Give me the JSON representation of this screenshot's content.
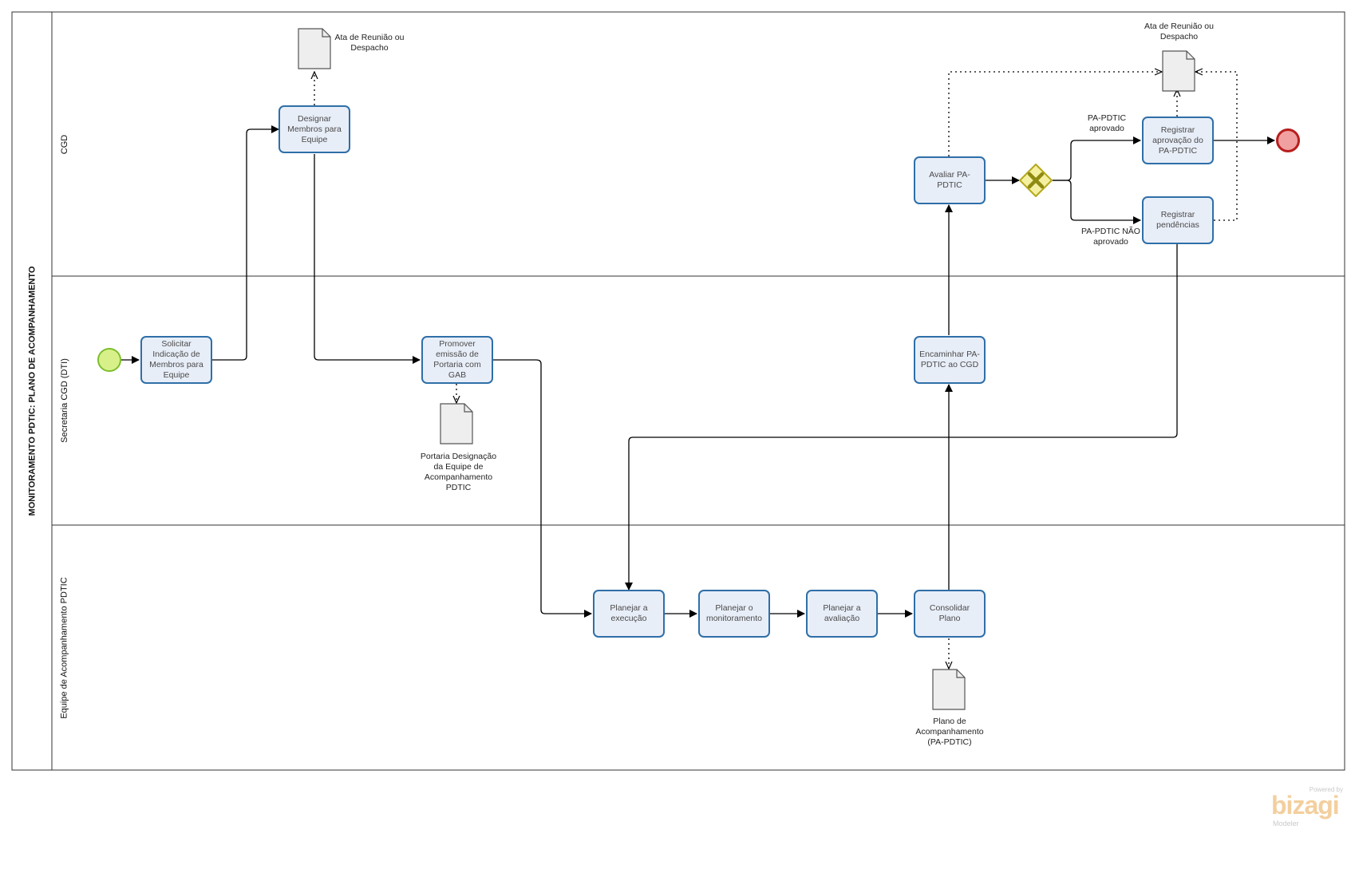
{
  "pool": {
    "title": "MONITORAMENTO PDTIC: PLANO DE ACOMPANHAMENTO"
  },
  "lanes": {
    "cgd": "CGD",
    "secretaria": "Secretaria CGD (DTI)",
    "equipe": "Equipe de Acompanhamento PDTIC"
  },
  "tasks": {
    "solicitar": "Solicitar Indicação de Membros para Equipe",
    "designar": "Designar Membros para Equipe",
    "promover": "Promover emissão de Portaria com GAB",
    "planejar_execucao": "Planejar a execução",
    "planejar_monitoramento": "Planejar o monitoramento",
    "planejar_avaliacao": "Planejar a avaliação",
    "consolidar": "Consolidar Plano",
    "encaminhar": "Encaminhar PA-PDTIC ao CGD",
    "avaliar": "Avaliar PA-PDTIC",
    "registrar_aprovacao": "Registrar aprovação do PA-PDTIC",
    "registrar_pendencias": "Registrar pendências"
  },
  "artifacts": {
    "ata_1": "Ata de Reunião ou Despacho",
    "ata_2": "Ata de Reunião ou Despacho",
    "portaria": "Portaria Designação da Equipe de Acompanhamento PDTIC",
    "plano": "Plano de Acompanhamento (PA-PDTIC)"
  },
  "flow_labels": {
    "aprovado": "PA-PDTIC aprovado",
    "nao_aprovado": "PA-PDTIC NÃO aprovado"
  },
  "branding": {
    "powered": "Powered by",
    "name": "bizagi",
    "product": "Modeler"
  },
  "colors": {
    "task_fill": "#e8eef8",
    "task_border": "#2f6fa8",
    "start_fill": "#d8f08a",
    "end_fill": "#f0a0a0",
    "gateway_fill": "#f5f0a0"
  }
}
